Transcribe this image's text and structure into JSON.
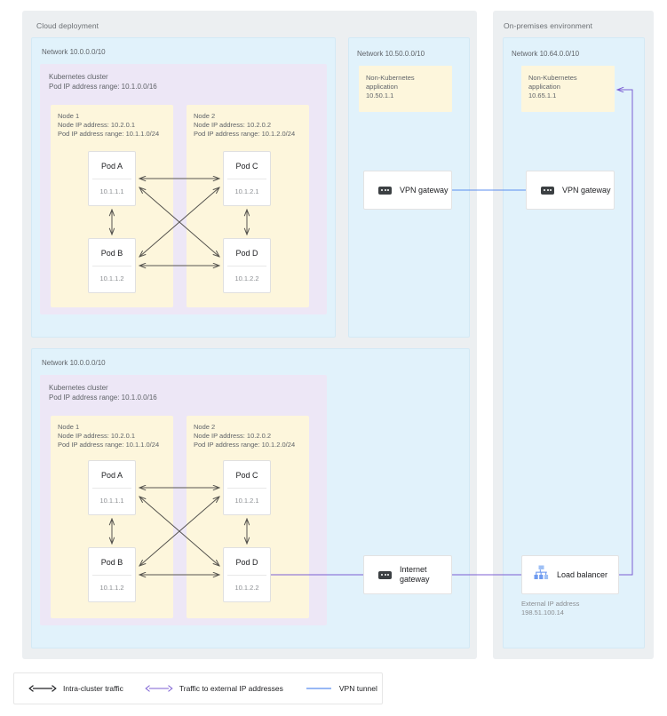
{
  "environments": {
    "cloud": {
      "label": "Cloud deployment"
    },
    "onprem": {
      "label": "On-premises environment"
    }
  },
  "networks": {
    "cloud_top": {
      "label": "Network 10.0.0.0/10"
    },
    "cloud_bottom": {
      "label": "Network 10.0.0.0/10"
    },
    "cloud_right": {
      "label": "Network 10.50.0.0/10"
    },
    "onprem": {
      "label": "Network 10.64.0.0/10"
    }
  },
  "cluster": {
    "title": "Kubernetes cluster",
    "pod_range": "Pod IP address range: 10.1.0.0/16"
  },
  "nodes": {
    "node1": {
      "title": "Node 1",
      "node_ip": "Node IP address: 10.2.0.1",
      "pod_range": "Pod IP address range: 10.1.1.0/24"
    },
    "node2": {
      "title": "Node 2",
      "node_ip": "Node IP address: 10.2.0.2",
      "pod_range": "Pod IP address range: 10.1.2.0/24"
    }
  },
  "pods": {
    "a": {
      "name": "Pod A",
      "ip": "10.1.1.1"
    },
    "b": {
      "name": "Pod B",
      "ip": "10.1.1.2"
    },
    "c": {
      "name": "Pod C",
      "ip": "10.1.2.1"
    },
    "d": {
      "name": "Pod D",
      "ip": "10.1.2.2"
    }
  },
  "apps": {
    "cloud_nonk8s": "Non-Kubernetes\napplication\n10.50.1.1",
    "cloud_nonk8s_line1": "Non-Kubernetes",
    "cloud_nonk8s_line2": "application",
    "cloud_nonk8s_line3": "10.50.1.1",
    "onprem_nonk8s_line1": "Non-Kubernetes",
    "onprem_nonk8s_line2": "application",
    "onprem_nonk8s_line3": "10.65.1.1"
  },
  "devices": {
    "vpn_cloud": {
      "label": "VPN gateway",
      "icon": "vpn-gateway-icon"
    },
    "vpn_onprem": {
      "label": "VPN gateway",
      "icon": "vpn-gateway-icon"
    },
    "internet_gateway": {
      "label_line1": "Internet",
      "label_line2": "gateway",
      "icon": "internet-gateway-icon"
    },
    "load_balancer": {
      "label": "Load balancer",
      "icon": "load-balancer-icon"
    }
  },
  "load_balancer_info": {
    "line1": "External IP address",
    "line2": "198.51.100.14"
  },
  "legend": {
    "items": [
      {
        "label": "Intra-cluster traffic",
        "color": "#202124",
        "style": "double-arrow"
      },
      {
        "label": "Traffic to external IP addresses",
        "color": "#7c5fd3",
        "style": "double-arrow"
      },
      {
        "label": "VPN tunnel",
        "color": "#5b8def",
        "style": "line"
      }
    ]
  },
  "colors": {
    "env_bg": "#ECEFF1",
    "network_bg": "#E1F2FB",
    "cluster_bg": "#EDE7F6",
    "node_bg": "#FDF6DC",
    "intra_arrow": "#56544f",
    "external_purple": "#7c5fd3",
    "vpn_blue": "#5b8def",
    "lb_blue": "#6f9bf0"
  }
}
